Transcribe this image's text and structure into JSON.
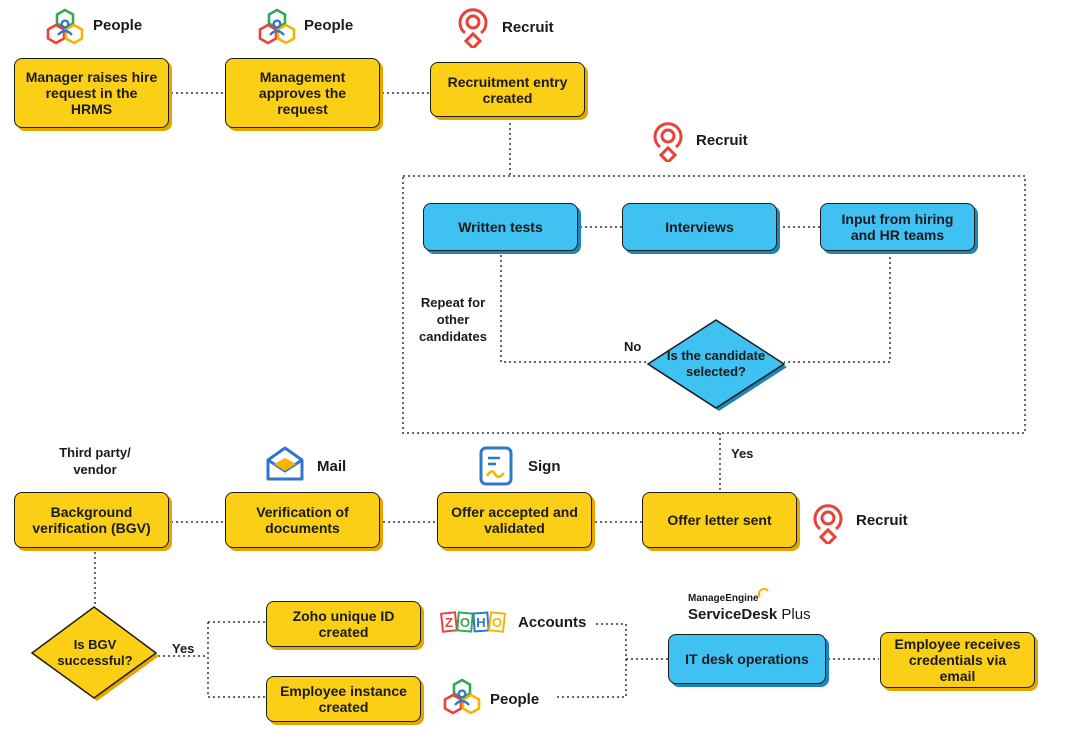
{
  "apps": {
    "people": "People",
    "recruit": "Recruit",
    "mail": "Mail",
    "sign": "Sign",
    "accounts": "Accounts",
    "zoho_logo": "ZOHO",
    "manageengine": "ManageEngine",
    "servicedesk": "ServiceDesk",
    "servicedesk_plus": "Plus"
  },
  "steps": {
    "hire_request": "Manager raises hire request in the HRMS",
    "approve": "Management approves the request",
    "recruit_entry": "Recruitment entry created",
    "written_tests": "Written tests",
    "interviews": "Interviews",
    "input_teams": "Input from hiring and HR teams",
    "candidate_selected": "Is the candidate selected?",
    "offer_sent": "Offer letter sent",
    "offer_accepted": "Offer accepted and validated",
    "verify_docs": "Verification of documents",
    "bgv": "Background verification (BGV)",
    "bgv_success": "Is BGV successful?",
    "zoho_id": "Zoho unique ID created",
    "employee_instance": "Employee instance created",
    "it_desk": "IT desk operations",
    "credentials": "Employee receives credentials via email"
  },
  "notes": {
    "repeat": "Repeat for other candidates",
    "third_party": "Third party/ vendor"
  },
  "edge_labels": {
    "no": "No",
    "yes_selected": "Yes",
    "yes_bgv": "Yes"
  },
  "colors": {
    "yellow": "#fccf17",
    "blue": "#3fc1f2",
    "recruit_red": "#e8423b",
    "mail_blue": "#2f77c9"
  }
}
